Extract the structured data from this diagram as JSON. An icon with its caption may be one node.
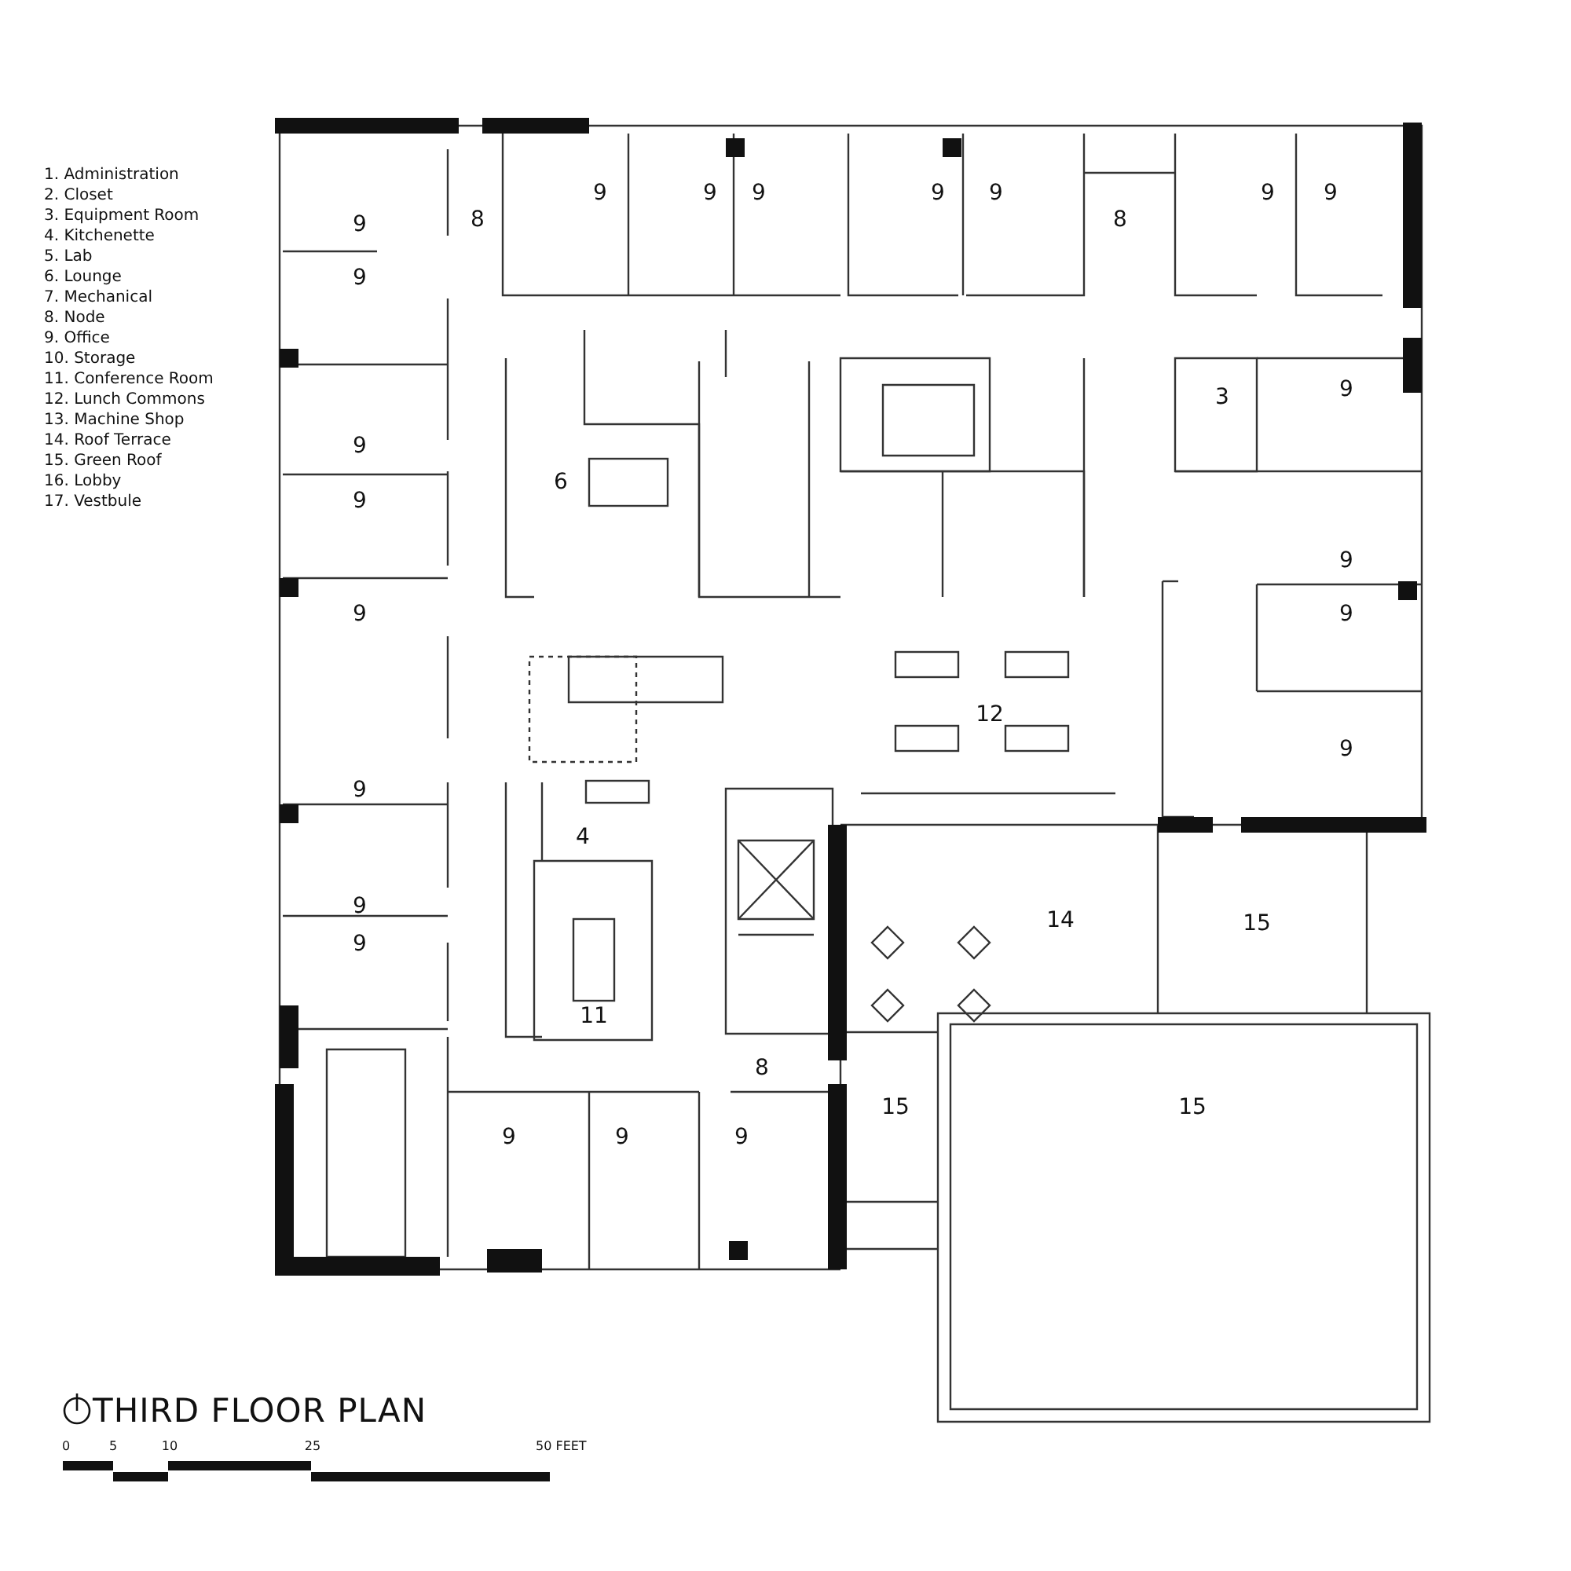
{
  "diagram": {
    "title": "THIRD FLOOR PLAN",
    "labels": [
      "1. Administration",
      "2. Closet",
      "3. Equipment Room",
      "4. Kitchenette",
      "5. Lab",
      "6. Lounge",
      "7. Mechanical",
      "8. Node",
      "9. Office",
      "10. Storage",
      "11. Conference Room",
      "12. Lunch Commons",
      "13. Machine Shop",
      "14. Roof Terrace",
      "15. Green Roof",
      "16. Lobby",
      "17. Vestbule",
      "9",
      "8",
      "9",
      "9",
      "9",
      "9",
      "9",
      "8",
      "9",
      "9",
      "9",
      "3",
      "9",
      "9",
      "6",
      "9",
      "9",
      "9",
      "9",
      "12",
      "9",
      "9",
      "4",
      "9",
      "14",
      "15",
      "9",
      "11",
      "8",
      "15",
      "15",
      "9",
      "9",
      "9",
      "0",
      "5",
      "10",
      "25",
      "50 FEET"
    ]
  }
}
